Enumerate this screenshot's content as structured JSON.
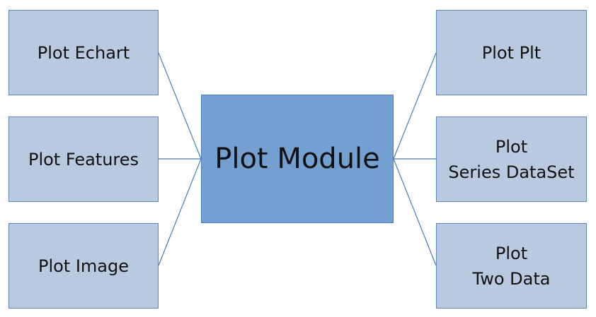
{
  "diagram": {
    "center": {
      "label": "Plot Module"
    },
    "left_nodes": [
      {
        "label": "Plot Echart"
      },
      {
        "label": "Plot Features"
      },
      {
        "label": "Plot Image"
      }
    ],
    "right_nodes": [
      {
        "label": "Plot Plt"
      },
      {
        "label": "Plot\nSeries DataSet"
      },
      {
        "label": "Plot\nTwo Data"
      }
    ]
  },
  "colors": {
    "center_fill": "#73a0d0",
    "node_fill": "#b8c9e0",
    "border": "#5f86b8",
    "connector": "#4a7ab5"
  }
}
